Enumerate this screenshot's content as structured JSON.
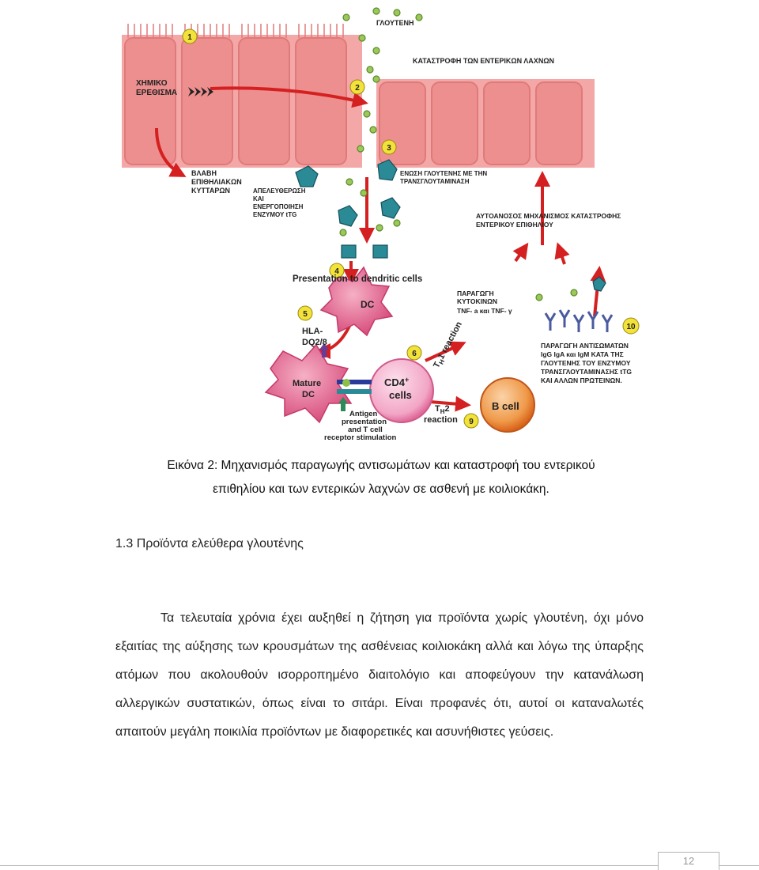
{
  "figure": {
    "labels": {
      "gluten": "ΓΛΟΥΤΕΝΗ",
      "villi_destruction": "ΚΑΤΑΣΤΡΟΦΗ ΤΩΝ ΕΝΤΕΡΙΚΩΝ ΛΑΧΝΩΝ",
      "chemical_stimulus": [
        "ΧΗΜΙΚΟ",
        "ΕΡΕΘΙΣΜΑ"
      ],
      "epithelial_damage": [
        "ΒΛΑΒΗ",
        "ΕΠΙΘΗΛΙΑΚΩΝ",
        "ΚΥΤΤΑΡΩΝ"
      ],
      "enzyme_release": [
        "ΑΠΕΛΕΥΘΕΡΩΣΗ",
        "ΚΑΙ",
        "ΕΝΕΡΓΟΠΟΙΗΣΗ",
        "ΕΝΖΥΜΟΥ tTG"
      ],
      "gluten_binding": [
        "ΕΝΩΣΗ ΓΛΟΥΤΕΝΗΣ ΜΕ ΤΗΝ",
        "ΤΡΑΝΣΓΛΟΥΤΑΜΙΝΑΣΗ"
      ],
      "autoimmune": [
        "ΑΥΤΟΑΝΟΣΟΣ ΜΗΧΑΝΙΣΜΟΣ ΚΑΤΑΣΤΡΟΦΗΣ",
        "ΕΝΤΕΡΙΚΟΥ ΕΠΙΘΗΛΙΟΥ"
      ],
      "presentation": "Presentation to dendritic cells",
      "dc": "DC",
      "hla": [
        "HLA-",
        "DQ2/8"
      ],
      "mature_dc": [
        "Mature",
        "DC"
      ],
      "cytokines": [
        "ΠΑΡΑΓΩΓΗ",
        "ΚΥΤΟΚΙΝΩΝ",
        "TNF- a  και TNF- γ"
      ],
      "cd4": "CD4",
      "cd4_sup": "+",
      "cells": "cells",
      "th1": [
        "T",
        "H",
        "1",
        "reaction"
      ],
      "th2": [
        "T",
        "H",
        "2",
        "reaction"
      ],
      "b_cell": "B cell",
      "antigen": [
        "Antigen",
        "presentation",
        "and T cell",
        "receptor stimulation"
      ],
      "antibodies": [
        "ΠΑΡΑΓΩΓΗ ΑΝΤΙΣΩΜΑΤΩΝ",
        "IgG IgA και IgM ΚΑΤΑ ΤΗΣ",
        "ΓΛΟΥΤΕΝΗΣ ΤΟΥ ΕΝΖΥΜΟΥ",
        "ΤΡΑΝΣΓΛΟΥΤΑΜΙΝΑΣΗΣ tTG",
        "ΚΑΙ ΑΛΛΩΝ ΠΡΩΤΕΙΝΩΝ."
      ],
      "steps": [
        "1",
        "2",
        "3",
        "4",
        "5",
        "6",
        "9",
        "10"
      ]
    }
  },
  "caption": {
    "line1": "Εικόνα 2: Μηχανισμός παραγωγής αντισωμάτων και καταστροφή του εντερικού",
    "line2": "επιθηλίου και των εντερικών λαχνών σε ασθενή με κοιλιοκάκη."
  },
  "section": {
    "heading": "1.3 Προϊόντα ελεύθερα γλουτένης"
  },
  "paragraph": {
    "text": "Τα τελευταία χρόνια έχει αυξηθεί η ζήτηση για προϊόντα χωρίς γλουτένη, όχι μόνο εξαιτίας της αύξησης των κρουσμάτων της ασθένειας κοιλιοκάκη αλλά και λόγω της ύπαρξης ατόμων που ακολουθούν ισορροπημένο διαιτολόγιο και αποφεύγουν την κατανάλωση αλλεργικών συστατικών, όπως είναι το σιτάρι. Είναι προφανές ότι, αυτοί οι καταναλωτές απαιτούν μεγάλη ποικιλία προϊόντων με διαφορετικές και ασυνήθιστες γεύσεις."
  },
  "footer": {
    "page_number": "12"
  },
  "colors": {
    "cell_pink": "#f0a0a0",
    "arrow_red": "#d42020",
    "enzyme_teal": "#2a8a96",
    "gluten_green": "#8cc04a",
    "dc_pink": "#e87a9a",
    "b_cell_orange": "#e8782a",
    "antibody_blue": "#4a5aa0"
  }
}
